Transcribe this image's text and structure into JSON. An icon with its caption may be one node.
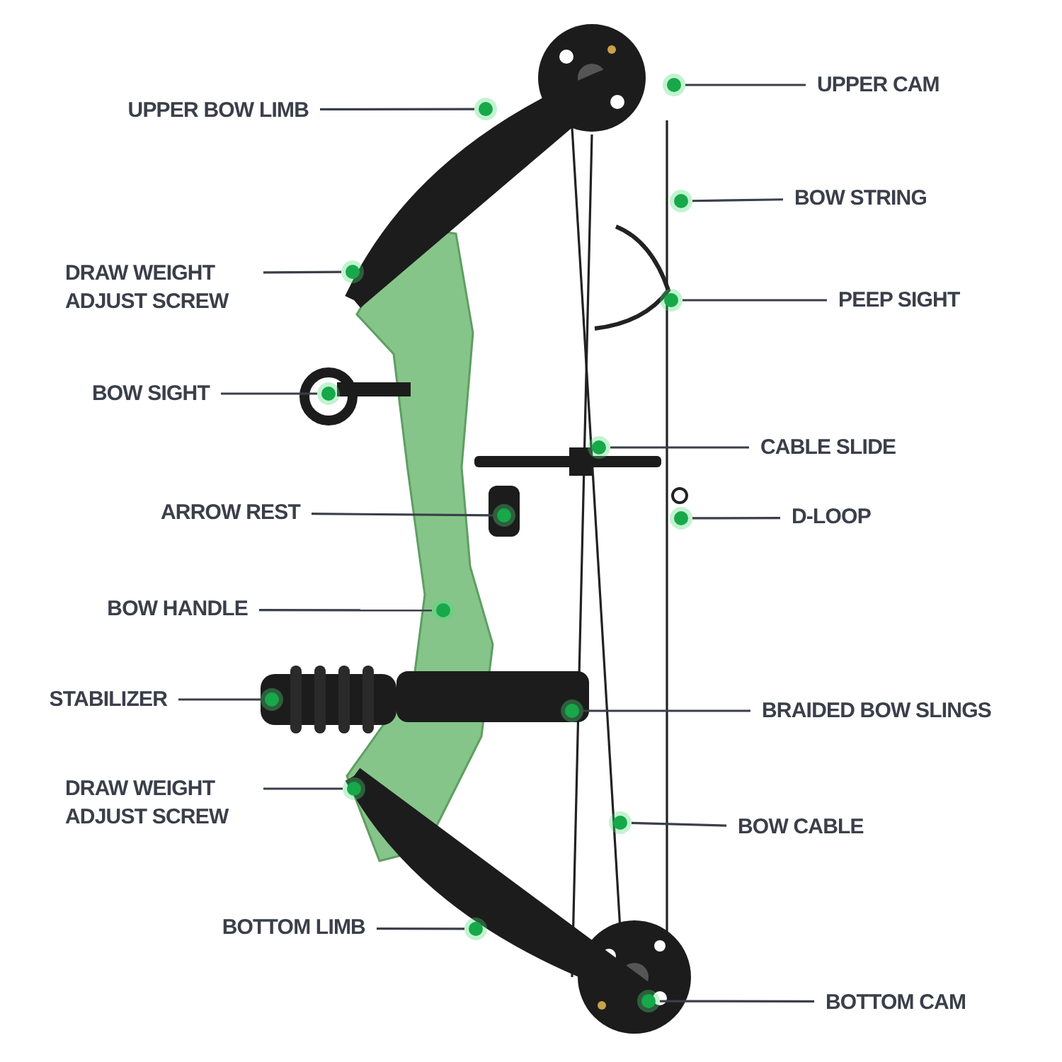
{
  "diagram": {
    "nodes": [
      {
        "text": [
          "UPPER CAM"
        ]
      },
      {
        "text": [
          "UPPER BOW LIMB"
        ]
      },
      {
        "text": [
          "BOW STRING"
        ]
      },
      {
        "text": [
          "DRAW WEIGHT ADJUST SCREW"
        ]
      },
      {
        "text": [
          "PEEP SIGHT"
        ]
      },
      {
        "text": [
          "BOW SIGHT"
        ]
      },
      {
        "text": [
          "CABLE SLIDE"
        ]
      },
      {
        "text": [
          "ARROW REST"
        ]
      },
      {
        "text": [
          "D-LOOP"
        ]
      },
      {
        "text": [
          "BOW HANDLE"
        ]
      },
      {
        "text": [
          "STABILIZER"
        ]
      },
      {
        "text": [
          "BRAIDED BOW SLINGS"
        ]
      },
      {
        "text": [
          "DRAW WEIGHT ADJUST SCREW"
        ]
      },
      {
        "text": [
          "BOW CABLE"
        ]
      },
      {
        "text": [
          "BOTTOM LIMB"
        ]
      },
      {
        "text": [
          "BOTTOM CAM"
        ]
      },
      {
        "text": [],
        "shape": "circle"
      },
      {
        "text": [],
        "shape": "circle"
      },
      {
        "text": [],
        "shape": "circle"
      },
      {
        "text": [],
        "shape": "circle"
      },
      {
        "text": [],
        "shape": "circle"
      },
      {
        "text": [],
        "shape": "circle"
      },
      {
        "text": [],
        "shape": "circle"
      },
      {
        "text": [],
        "shape": "circle"
      },
      {
        "text": [],
        "shape": "circle"
      },
      {
        "text": [],
        "shape": "circle"
      },
      {
        "text": [],
        "shape": "circle"
      },
      {
        "text": [],
        "shape": "circle"
      },
      {
        "text": [],
        "shape": "circle"
      },
      {
        "text": [],
        "shape": "circle"
      },
      {
        "text": [],
        "shape": "circle"
      },
      {
        "text": [],
        "shape": "circle"
      }
    ],
    "edges": [
      {
        "from": 0,
        "to": 16,
        "arrow": "none"
      },
      {
        "from": 1,
        "to": 17,
        "arrow": "none"
      },
      {
        "from": 2,
        "to": 18,
        "arrow": "none"
      },
      {
        "from": 3,
        "to": 19,
        "arrow": "none"
      },
      {
        "from": 4,
        "to": 20,
        "arrow": "none"
      },
      {
        "from": 5,
        "to": 21,
        "arrow": "none"
      },
      {
        "from": 6,
        "to": 22,
        "arrow": "none"
      },
      {
        "from": 7,
        "to": 23,
        "arrow": "none"
      },
      {
        "from": 8,
        "to": 24,
        "arrow": "none"
      },
      {
        "from": 9,
        "to": 25,
        "arrow": "none"
      },
      {
        "from": 10,
        "to": 26,
        "arrow": "none"
      },
      {
        "from": 11,
        "to": 27,
        "arrow": "none"
      },
      {
        "from": 12,
        "to": 28,
        "arrow": "none"
      },
      {
        "from": 13,
        "to": 29,
        "arrow": "none"
      },
      {
        "from": 14,
        "to": 30,
        "arrow": "none"
      },
      {
        "from": 15,
        "to": 31,
        "arrow": "none"
      }
    ]
  }
}
